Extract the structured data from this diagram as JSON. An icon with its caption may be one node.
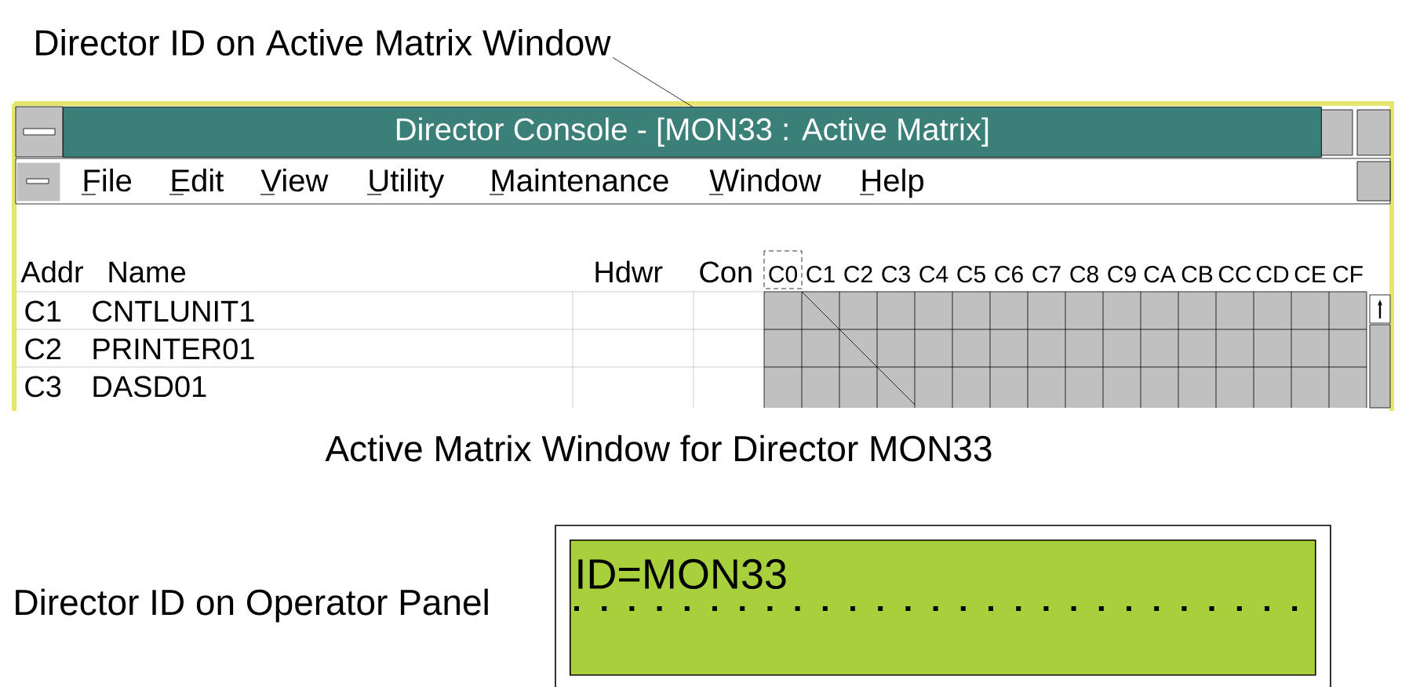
{
  "diagram": {
    "nodes": [
      {
        "text": [
          "Director ID on Active Matrix Window"
        ]
      },
      {
        "text": [
          "Director Console - [MON33 : Active Matrix]"
        ]
      },
      {
        "text": [
          "ID=MON33"
        ]
      }
    ],
    "edges": [
      {
        "from": 0,
        "to": 1,
        "arrow": "none"
      }
    ],
    "labels": [
      "File",
      "Edit",
      "View",
      "Utility",
      "Maintenance",
      "Window",
      "Help",
      "Addr",
      "Name",
      "Hdwr",
      "Con",
      "C0",
      "C1",
      "C2",
      "C3",
      "C4",
      "C5",
      "C6",
      "C7",
      "C8",
      "C9",
      "CA",
      "CB",
      "CC",
      "CD",
      "CE",
      "CF",
      "C1",
      "CNTLUNIT1",
      "C2",
      "PRINTER01",
      "C3",
      "DASD01",
      "Active Matrix Window for Director MON33",
      "Director ID on Operator Panel"
    ]
  }
}
